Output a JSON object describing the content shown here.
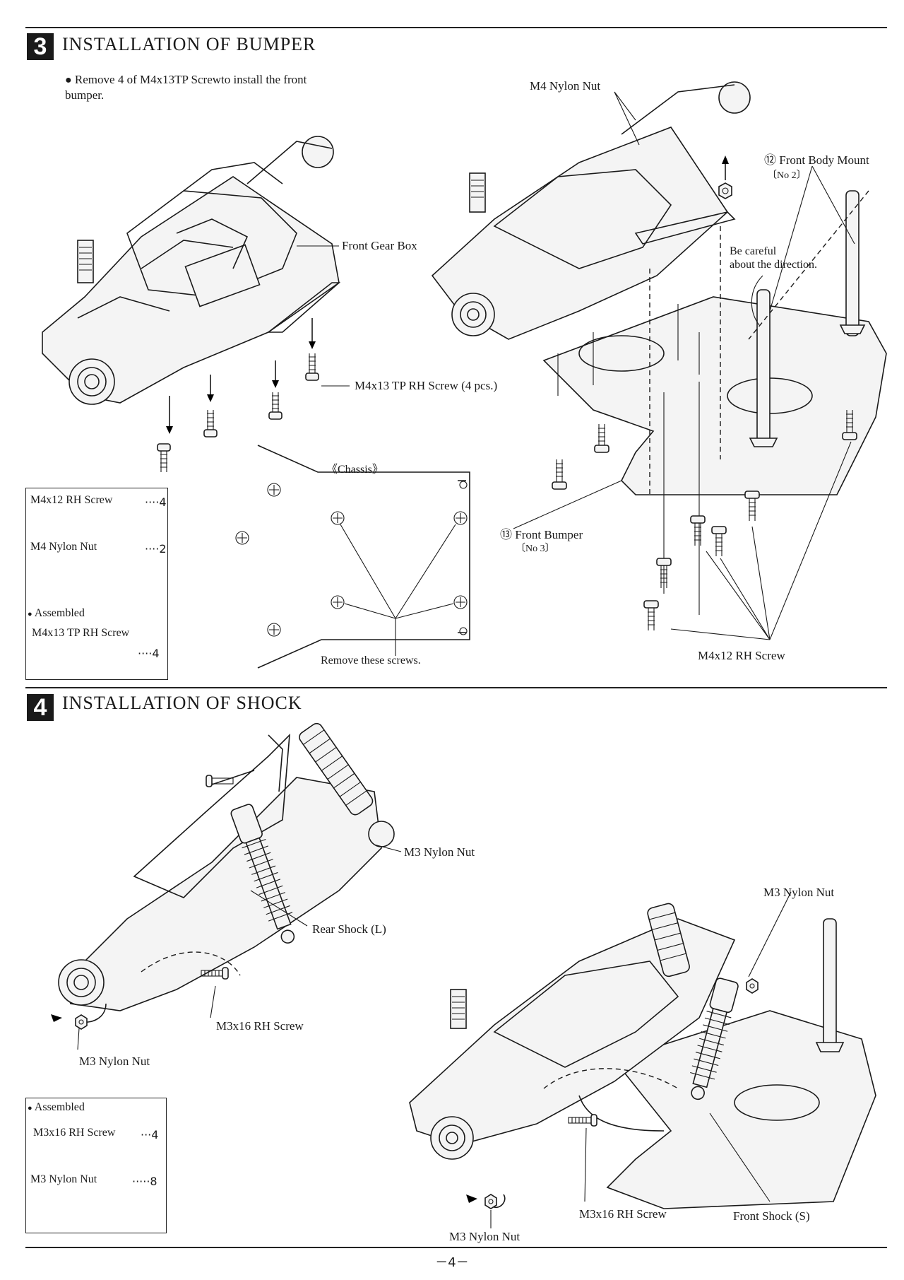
{
  "section3": {
    "number": "3",
    "title": "INSTALLATION OF BUMPER",
    "note": "Remove 4 of M4x13TP Screwto install the front bumper.",
    "labels": {
      "front_gear_box": "Front Gear Box",
      "m4x13_tp": "M4x13 TP RH Screw (4 pcs.)",
      "chassis": "《Chassis》",
      "remove_screws": "Remove these screws.",
      "m4_nylon_nut": "M4 Nylon Nut",
      "front_body_mount": "⑫ Front Body Mount",
      "front_body_mount_no": "〔No 2〕",
      "be_careful": "Be careful",
      "about_direction": "about the direction.",
      "front_bumper": "⑬ Front Bumper",
      "front_bumper_no": "〔No 3〕",
      "m4x12_rh": "M4x12 RH Screw"
    },
    "parts_box": {
      "item1_name": "M4x12 RH Screw",
      "item1_qty": "····4",
      "item2_name": "M4 Nylon Nut",
      "item2_qty": "····2",
      "assembled": "Assembled",
      "item3_name": "M4x13 TP RH Screw",
      "item3_qty": "····4"
    }
  },
  "section4": {
    "number": "4",
    "title": "INSTALLATION OF SHOCK",
    "labels": {
      "m3_nylon_nut_top": "M3 Nylon Nut",
      "rear_shock": "Rear Shock (L)",
      "m3x16_left": "M3x16 RH Screw",
      "m3_nylon_nut_left": "M3 Nylon Nut",
      "m3_nylon_nut_right": "M3 Nylon Nut",
      "m3x16_right": "M3x16 RH Screw",
      "front_shock": "Front Shock (S)",
      "m3_nylon_nut_bottom": "M3 Nylon Nut"
    },
    "parts_box": {
      "assembled": "Assembled",
      "item1_name": "M3x16 RH Screw",
      "item1_qty": "···4",
      "item2_name": "M3 Nylon Nut",
      "item2_qty": "·····8"
    }
  },
  "footer": {
    "page": "－4－"
  }
}
